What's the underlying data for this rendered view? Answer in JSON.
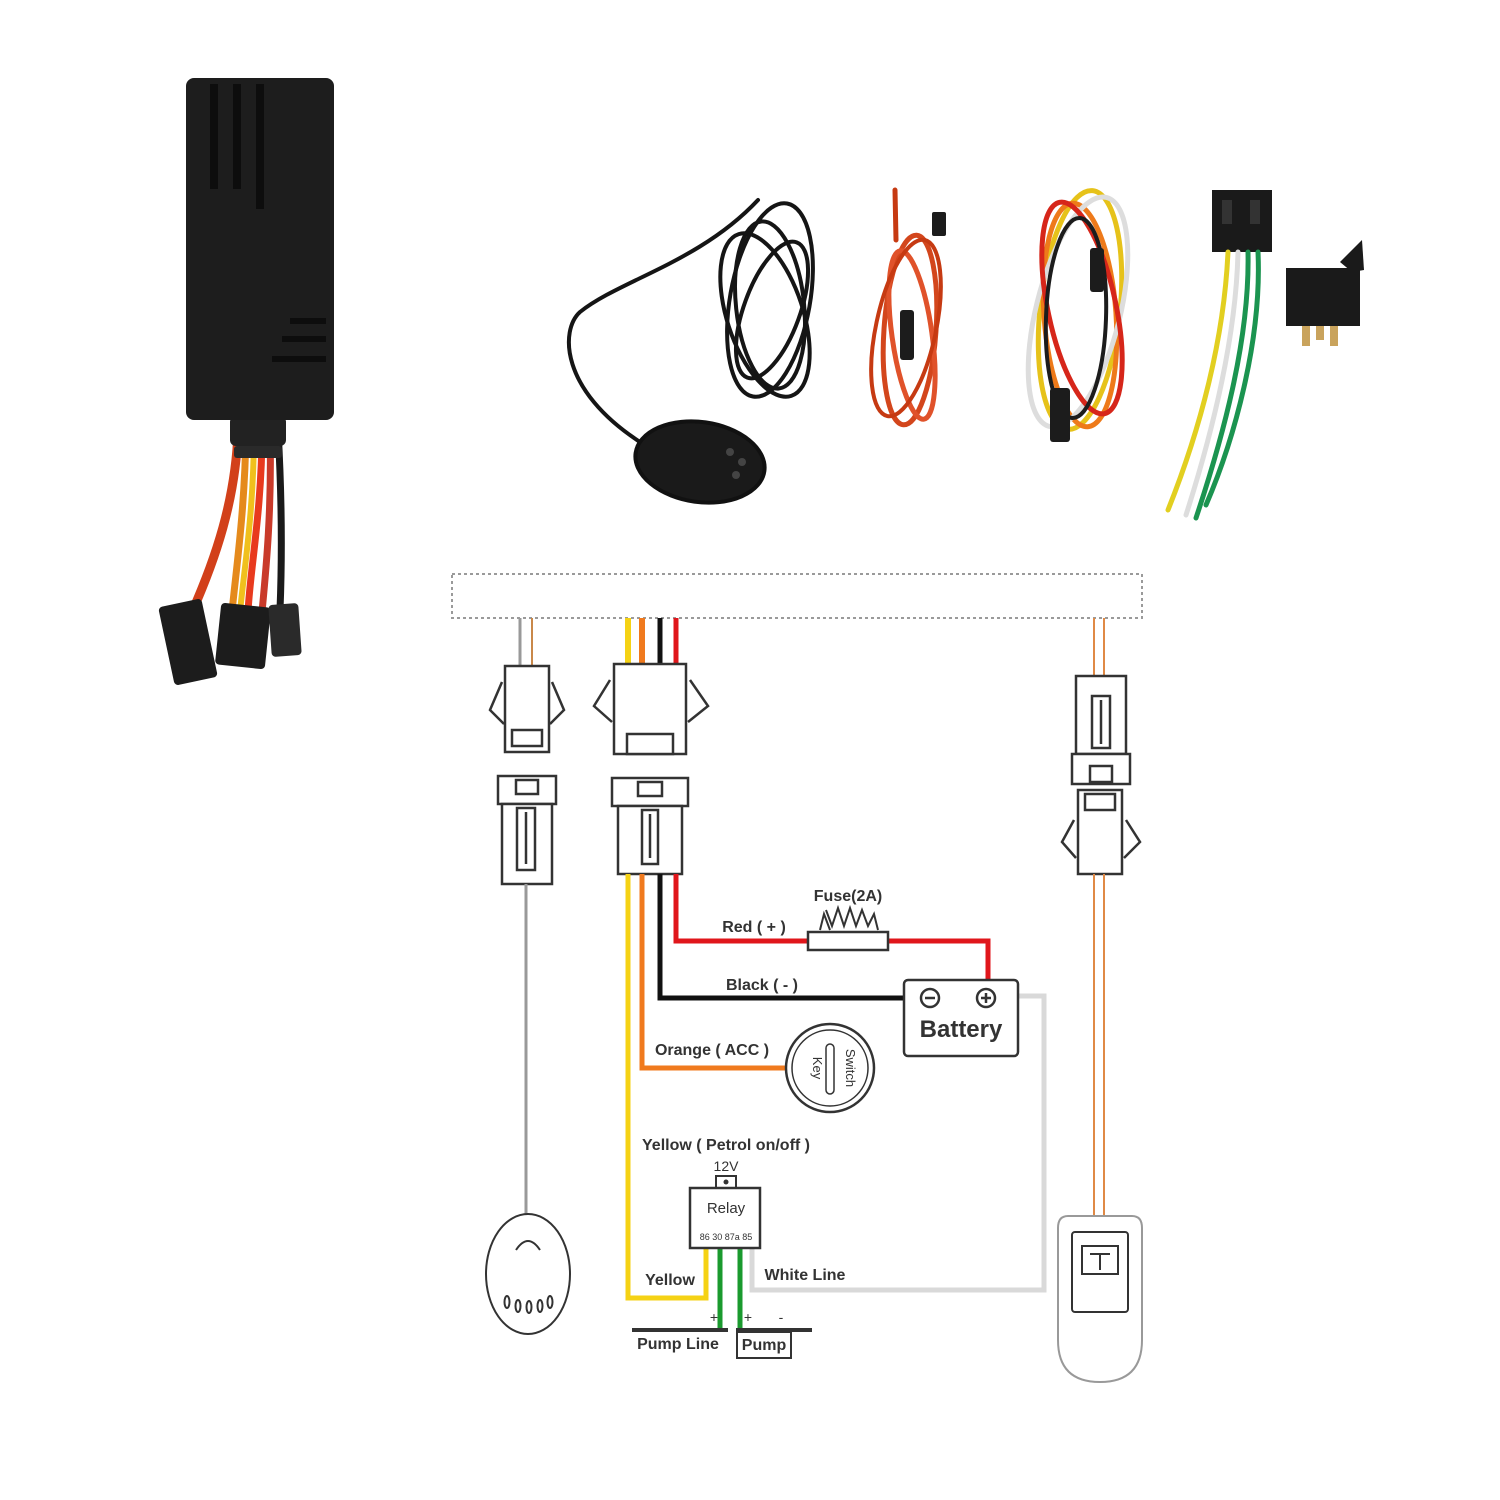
{
  "labels": {
    "fuse": "Fuse(2A)",
    "red": "Red ( + )",
    "black": "Black ( - )",
    "battery": "Battery",
    "orange": "Orange ( ACC )",
    "key_switch_top": "Switch",
    "key_switch_bottom": "Key",
    "yellow_petrol": "Yellow ( Petrol on/off )",
    "relay_voltage": "12V",
    "relay": "Relay",
    "relay_pins": "86 30 87a 85",
    "yellow": "Yellow",
    "white_line": "White Line",
    "pump_line": "Pump Line",
    "pump": "Pump",
    "plus1": "+",
    "plus2": "+",
    "minus": "-"
  },
  "colors": {
    "red_wire": "#e0161b",
    "black_wire": "#111111",
    "orange_wire": "#f07a1e",
    "yellow_wire": "#f5d214",
    "white_wire": "#d9d9d9",
    "green_wire": "#1a9a2e",
    "gray_wire": "#999999",
    "outline": "#333333"
  },
  "icons": [
    "gps-tracker-device",
    "microphone-accessory",
    "power-cable",
    "main-harness",
    "relay-socket",
    "relay",
    "battery-icon",
    "key-switch-icon",
    "microphone-icon",
    "sos-button-icon"
  ]
}
